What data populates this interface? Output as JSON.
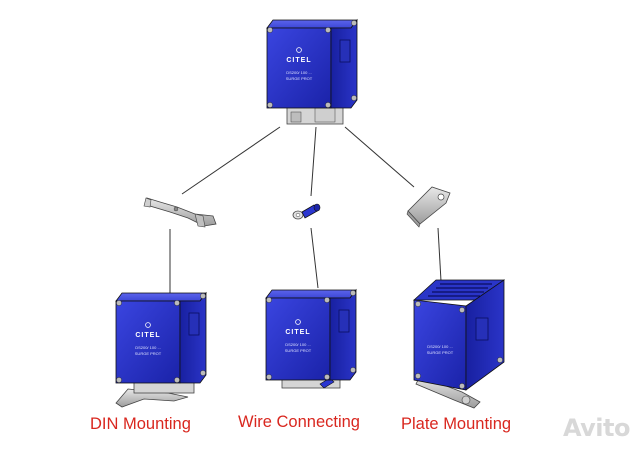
{
  "device": {
    "brand": "CITEL",
    "label_line1": "DS200/ 100 ...",
    "label_line2": "SURGE PROT"
  },
  "captions": {
    "din": "DIN Mounting",
    "wire": "Wire Connecting",
    "plate": "Plate Mounting"
  },
  "watermark": "Avito",
  "colors": {
    "device_blue": "#1f2bc0",
    "caption_red": "#d9271f",
    "line": "#333333"
  }
}
